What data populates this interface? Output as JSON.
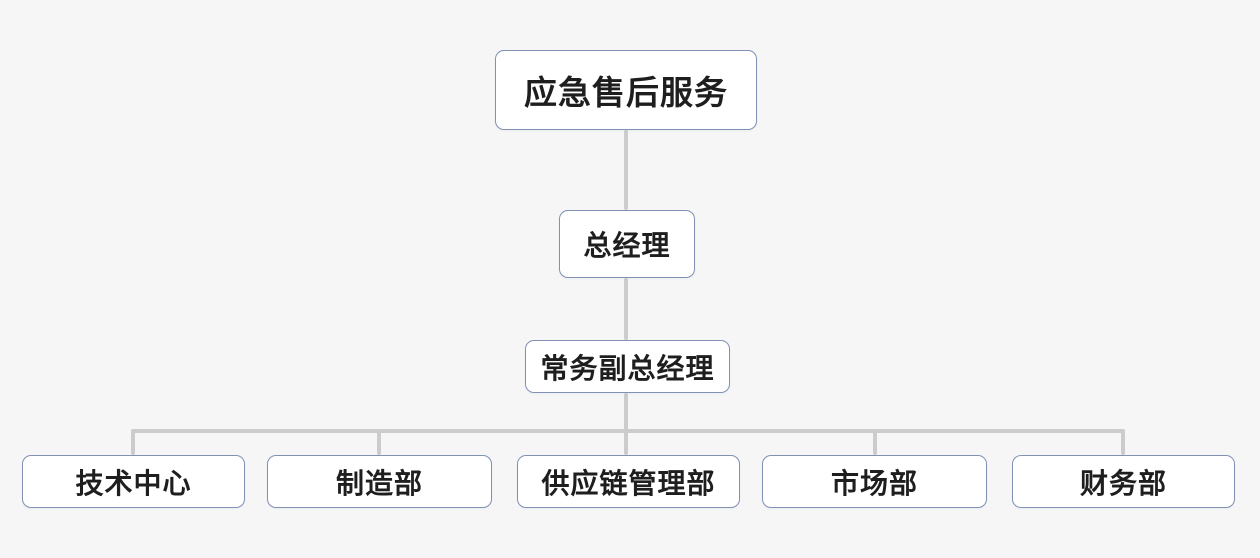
{
  "diagram": {
    "type": "org-chart",
    "background_color": "#f6f6f7",
    "box_fill_color": "#ffffff",
    "box_border_color": "#8191b4",
    "connector_color": "#cccccc",
    "text_color": "#1e1e1e",
    "root": {
      "label": "应急售后服务"
    },
    "level2": {
      "label": "总经理"
    },
    "level3": {
      "label": "常务副总经理"
    },
    "departments": [
      {
        "label": "技术中心"
      },
      {
        "label": "制造部"
      },
      {
        "label": "供应链管理部"
      },
      {
        "label": "市场部"
      },
      {
        "label": "财务部"
      }
    ]
  }
}
